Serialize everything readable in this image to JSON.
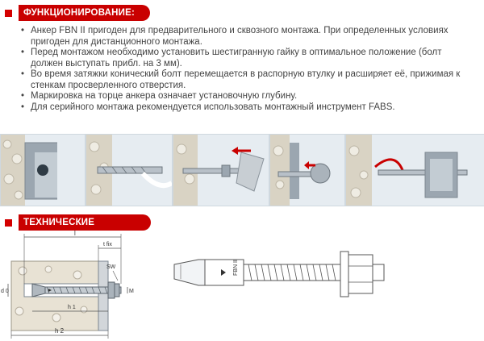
{
  "section1": {
    "title": "ФУНКЦИОНИРОВАНИЕ:"
  },
  "bullets": [
    "Анкер FBN II пригоден для предварительного и сквозного монтажа. При определенных условиях\nпригоден для дистанционного монтажа.",
    "Перед монтажом необходимо установить шестигранную гайку в оптимальное положение (болт\nдолжен выступать прибл. на 3 мм).",
    "Во время затяжки конический болт перемещается в распорную втулку и расширяет её, прижимая к\nстенкам просверленного отверстия.",
    "Маркировка на торце анкера означает установочную глубину.",
    "Для серийного монтажа рекомендуется использовать монтажный инструмент FABS."
  ],
  "bullet_glyph": "•",
  "section2": {
    "title": "ТЕХНИЧЕСКИЕ ДАННЫЕ:"
  },
  "diagram": {
    "l": "l",
    "t_fix": "t fix",
    "sw": "SW",
    "d0": "d 0",
    "M": "M",
    "h1": "h 1",
    "h2": "h 2"
  },
  "product": {
    "marking": "FBN II"
  },
  "colors": {
    "accent": "#c90000",
    "panel": "#e6ecf1",
    "steel": "#b8c0c8"
  }
}
